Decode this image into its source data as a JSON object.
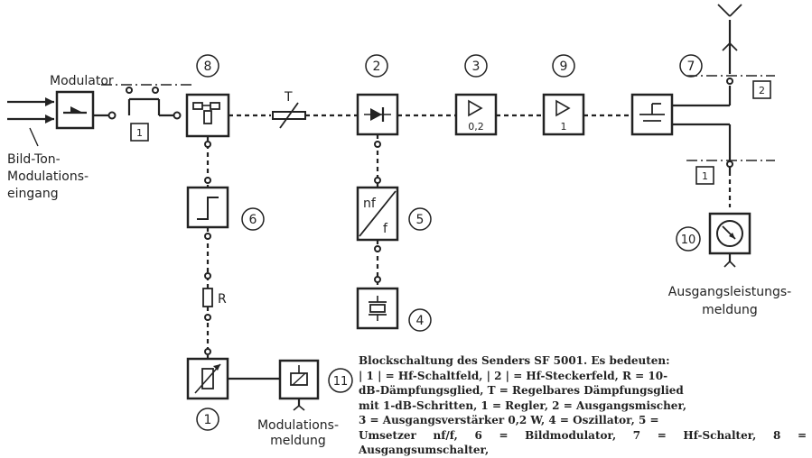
{
  "labels": {
    "modulator": "Modulator",
    "input": [
      "Bild-Ton-",
      "Modulations-",
      "eingang"
    ],
    "output_meld": [
      "Ausgangsleistungs-",
      "meldung"
    ],
    "mod_meld": [
      "Modulations-",
      "meldung"
    ],
    "T": "T",
    "R": "R",
    "nf": "nf",
    "f": "f",
    "v02": "0,2",
    "v1": "1"
  },
  "circled_numbers": {
    "c8": "8",
    "c2": "2",
    "c3": "3",
    "c9": "9",
    "c7": "7",
    "c6": "6",
    "c5": "5",
    "c4": "4",
    "c1": "1",
    "c11": "11",
    "c10": "10"
  },
  "boxed_numbers": {
    "b1a": "1",
    "b2": "2",
    "b1b": "1"
  },
  "caption": [
    "Blockschaltung des Senders SF 5001. Es bedeuten:",
    "| 1 | = Hf-Schaltfeld, | 2 | = Hf-Steckerfeld, R = 10-",
    "dB-Dämpfungsglied, T = Regelbares Dämpfungsglied",
    "mit 1-dB-Schritten, 1 = Regler, 2 = Ausgangsmischer,",
    "3 = Ausgangsverstärker 0,2 W, 4 = Oszillator, 5 =",
    "Umsetzer nf/f, 6 = Bildmodulator, 7 = Hf-Schalter, 8 = Ausgangsumschalter,"
  ]
}
